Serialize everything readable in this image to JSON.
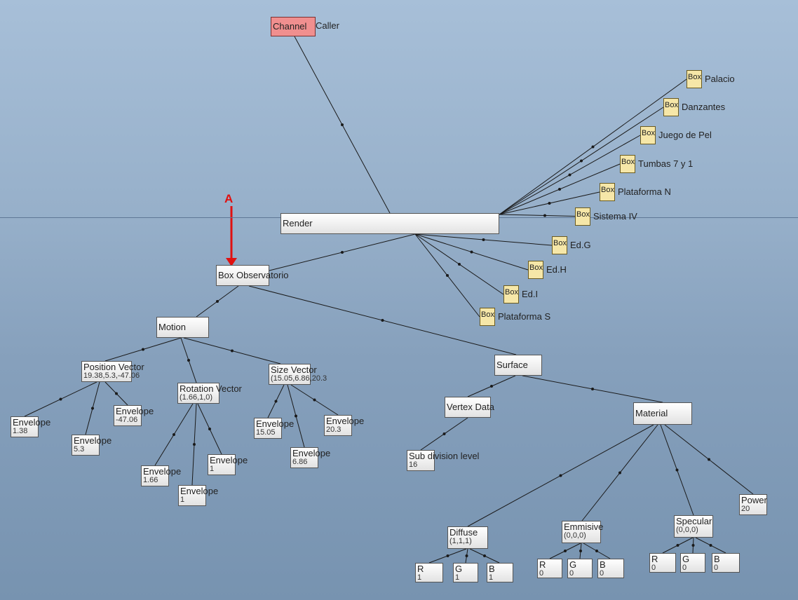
{
  "annotation": {
    "label": "A",
    "color": "#e01010"
  },
  "channel": {
    "name": "Channel",
    "suffix": "Caller"
  },
  "render": {
    "label": "Render"
  },
  "boxes": [
    {
      "box": "Box",
      "name": "Palacio"
    },
    {
      "box": "Box",
      "name": "Danzantes"
    },
    {
      "box": "Box",
      "name": "Juego de Pel"
    },
    {
      "box": "Box",
      "name": "Tumbas 7 y 1"
    },
    {
      "box": "Box",
      "name": "Plataforma N"
    },
    {
      "box": "Box",
      "name": "Sistema IV"
    },
    {
      "box": "Box",
      "name": "Ed.G"
    },
    {
      "box": "Box",
      "name": "Ed.H"
    },
    {
      "box": "Box",
      "name": "Ed.I"
    },
    {
      "box": "Box",
      "name": "Plataforma S"
    }
  ],
  "observatorio": {
    "label": "Box Observatorio"
  },
  "motion": {
    "label": "Motion"
  },
  "position_vector": {
    "label": "Position Vector",
    "value": "19.38,5.3,-47.06"
  },
  "rotation_vector": {
    "label": "Rotation Vector",
    "value": "(1.66,1,0)"
  },
  "size_vector": {
    "label": "Size Vector",
    "value": "(15.05,6.86,20.3"
  },
  "envelopes": [
    {
      "label": "Envelope",
      "value": "1.38"
    },
    {
      "label": "Envelope",
      "value": "5.3"
    },
    {
      "label": "Envelope",
      "value": "-47.06"
    },
    {
      "label": "Envelope",
      "value": "1.66"
    },
    {
      "label": "Envelope",
      "value": "1"
    },
    {
      "label": "Envelope",
      "value": "1"
    },
    {
      "label": "Envelope",
      "value": "15.05"
    },
    {
      "label": "Envelope",
      "value": "6.86"
    },
    {
      "label": "Envelope",
      "value": "20.3"
    }
  ],
  "surface": {
    "label": "Surface"
  },
  "vertex_data": {
    "label": "Vertex Data"
  },
  "subdivision": {
    "label": "Sub division level",
    "value": "16"
  },
  "material": {
    "label": "Material"
  },
  "diffuse": {
    "label": "Diffuse",
    "value": "(1,1,1)"
  },
  "emmisive": {
    "label": "Emmisive",
    "value": "(0,0,0)"
  },
  "specular": {
    "label": "Specular",
    "value": "(0,0,0)"
  },
  "power": {
    "label": "Power",
    "value": "20"
  },
  "channels": {
    "diffuse": [
      {
        "label": "R",
        "value": "1"
      },
      {
        "label": "G",
        "value": "1"
      },
      {
        "label": "B",
        "value": "1"
      }
    ],
    "emmisive": [
      {
        "label": "R",
        "value": "0"
      },
      {
        "label": "G",
        "value": "0"
      },
      {
        "label": "B",
        "value": "0"
      }
    ],
    "specular": [
      {
        "label": "R",
        "value": "0"
      },
      {
        "label": "G",
        "value": "0"
      },
      {
        "label": "B",
        "value": "0"
      }
    ]
  }
}
